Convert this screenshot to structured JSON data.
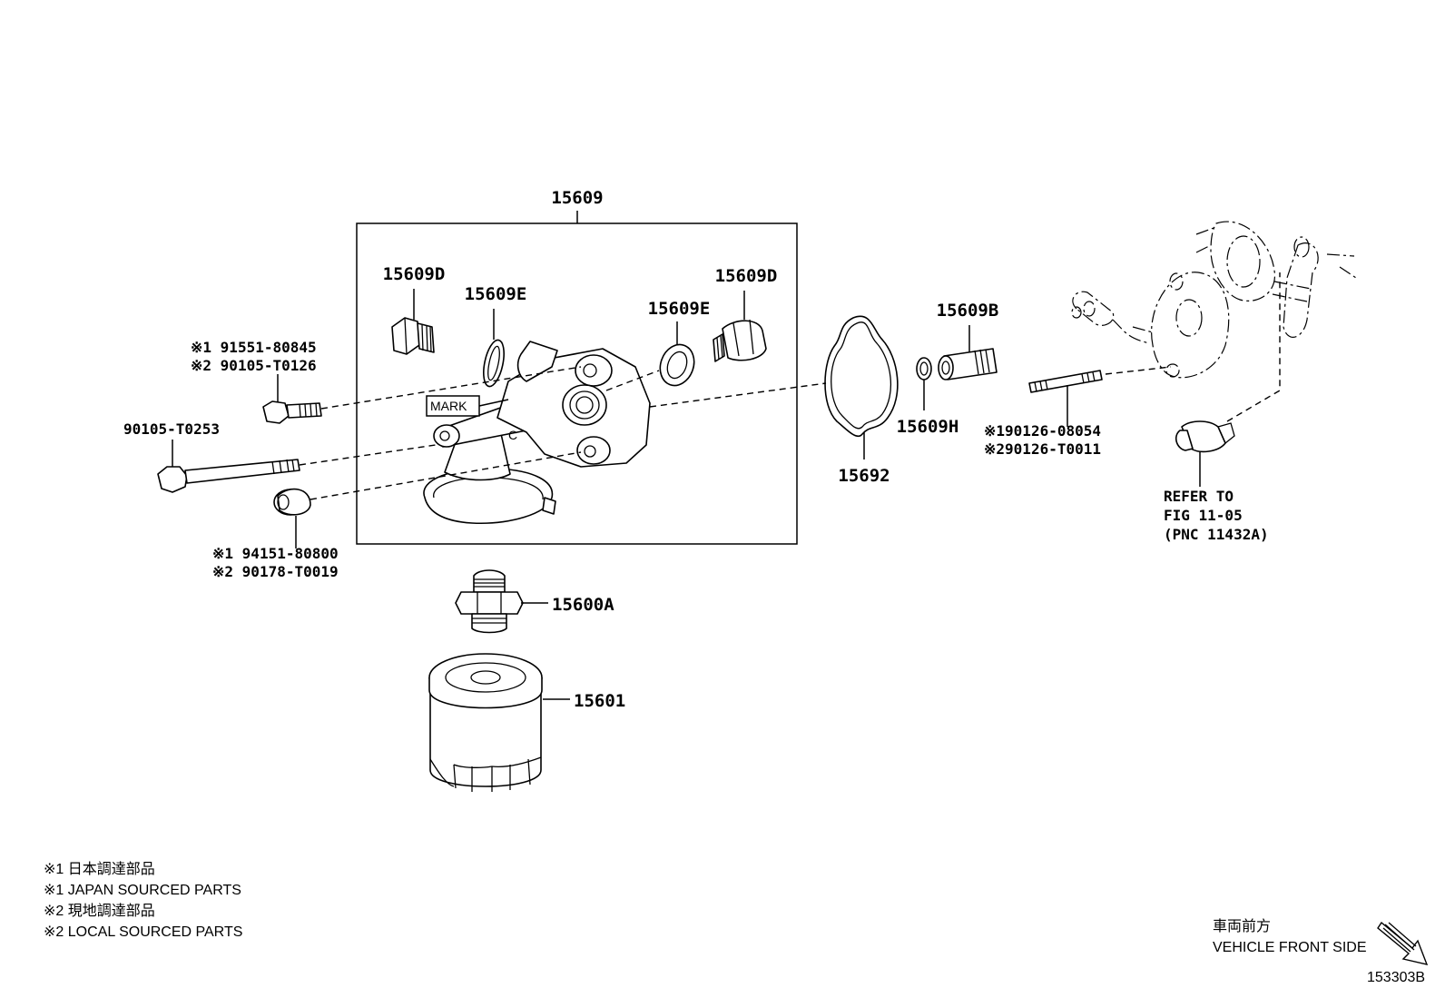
{
  "labels": {
    "p15609": "15609",
    "p15609d_left": "15609D",
    "p15609e_left": "15609E",
    "p15609e_right": "15609E",
    "p15609d_right": "15609D",
    "p15609b": "15609B",
    "p15609h": "15609H",
    "p15692": "15692",
    "p15600a": "15600A",
    "p15601": "15601",
    "p90105_t0253": "90105-T0253",
    "mark": "MARK",
    "bolt_upper_1": "※1 91551-80845",
    "bolt_upper_2": "※2 90105-T0126",
    "bushing_1": "※1 94151-80800",
    "bushing_2": "※2 90178-T0019",
    "stud_1": "※190126-08054",
    "stud_2": "※290126-T0011",
    "refer_1": "REFER TO",
    "refer_2": "FIG 11-05",
    "refer_3": "(PNC 11432A)"
  },
  "legend": [
    "※1 日本調達部品",
    "※1 JAPAN SOURCED PARTS",
    "※2 現地調達部品",
    "※2 LOCAL SOURCED PARTS"
  ],
  "direction": {
    "jp": "車両前方",
    "en": "VEHICLE FRONT SIDE"
  },
  "figure_id": "153303B"
}
